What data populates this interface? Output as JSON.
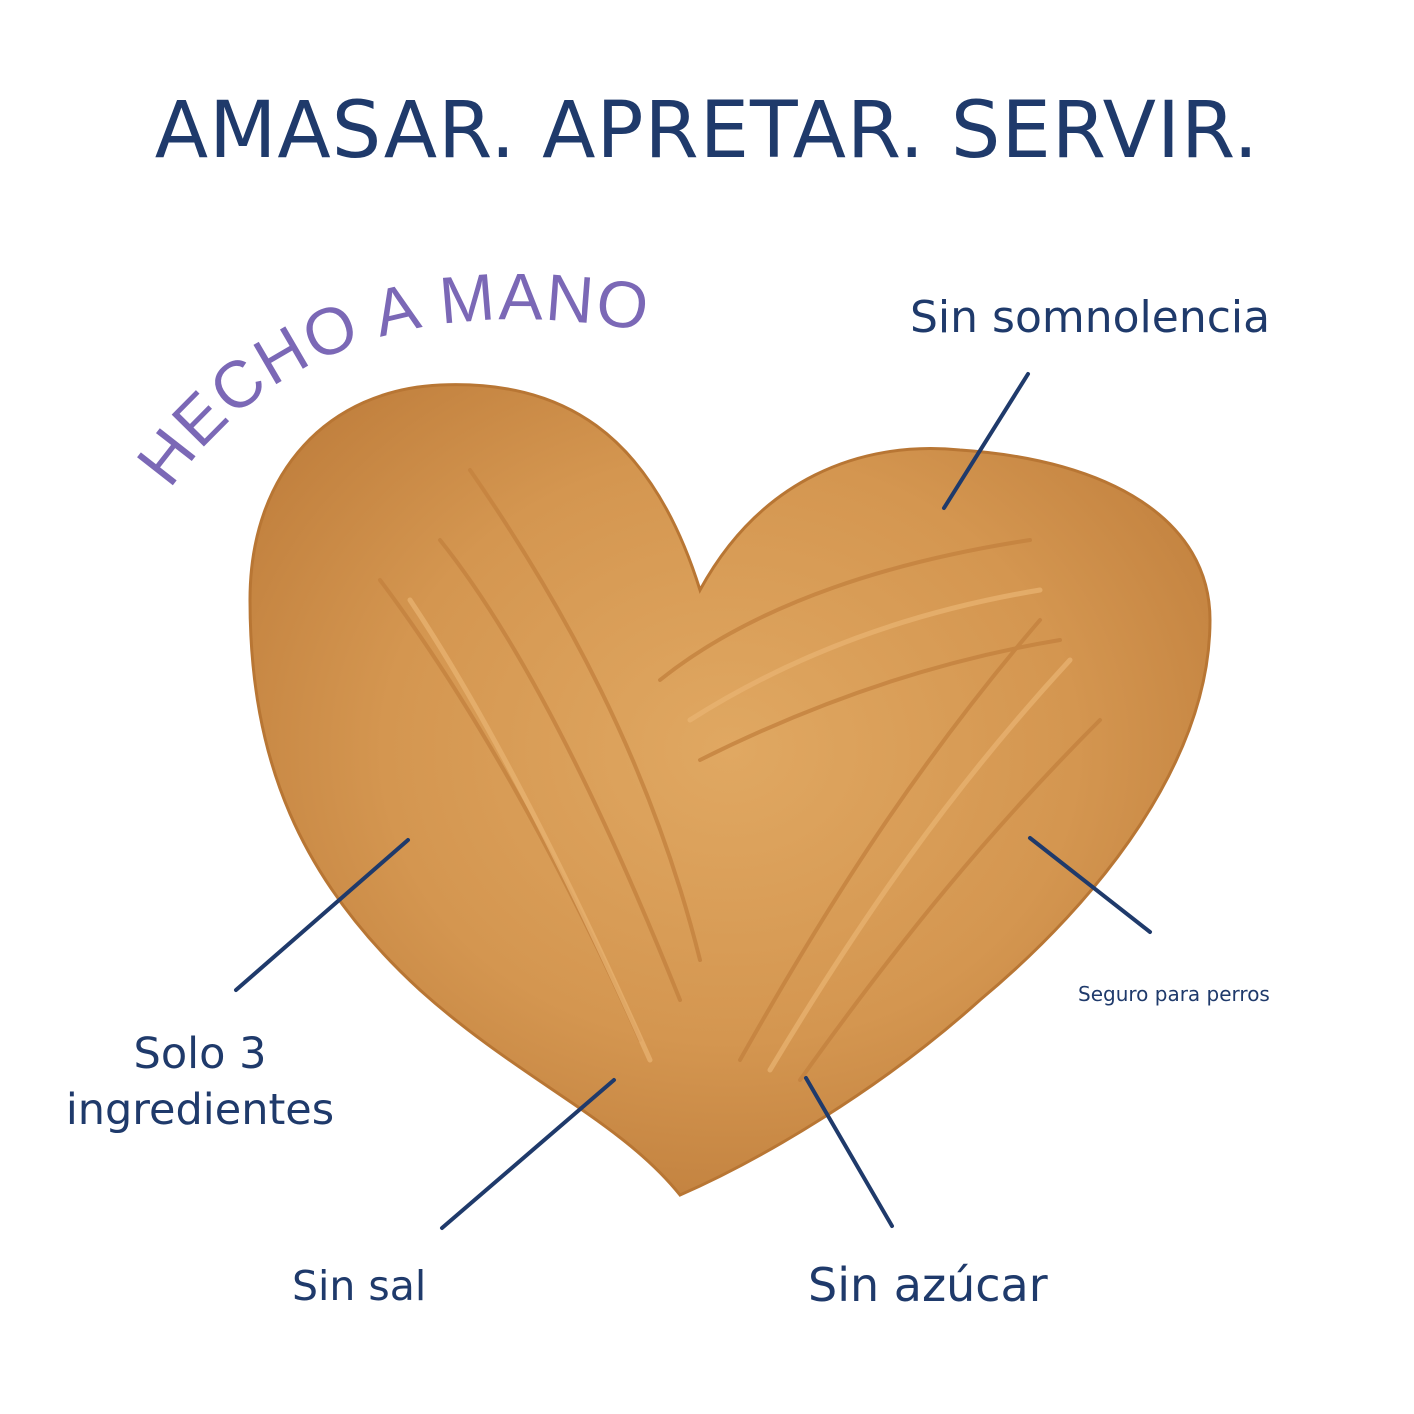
{
  "headline": "AMASAR. APRETAR. SERVIR.",
  "badge": "HECHO A MANO",
  "callouts": {
    "somnolencia": "Sin somnolencia",
    "perros": "Seguro para perros",
    "ingredientes_line1": "Solo 3",
    "ingredientes_line2": "ingredientes",
    "sal": "Sin sal",
    "azucar": "Sin azúcar"
  },
  "colors": {
    "text": "#1f3a6b",
    "badge": "#7b68b6",
    "butter": "#d89a52",
    "background": "#ffffff"
  }
}
